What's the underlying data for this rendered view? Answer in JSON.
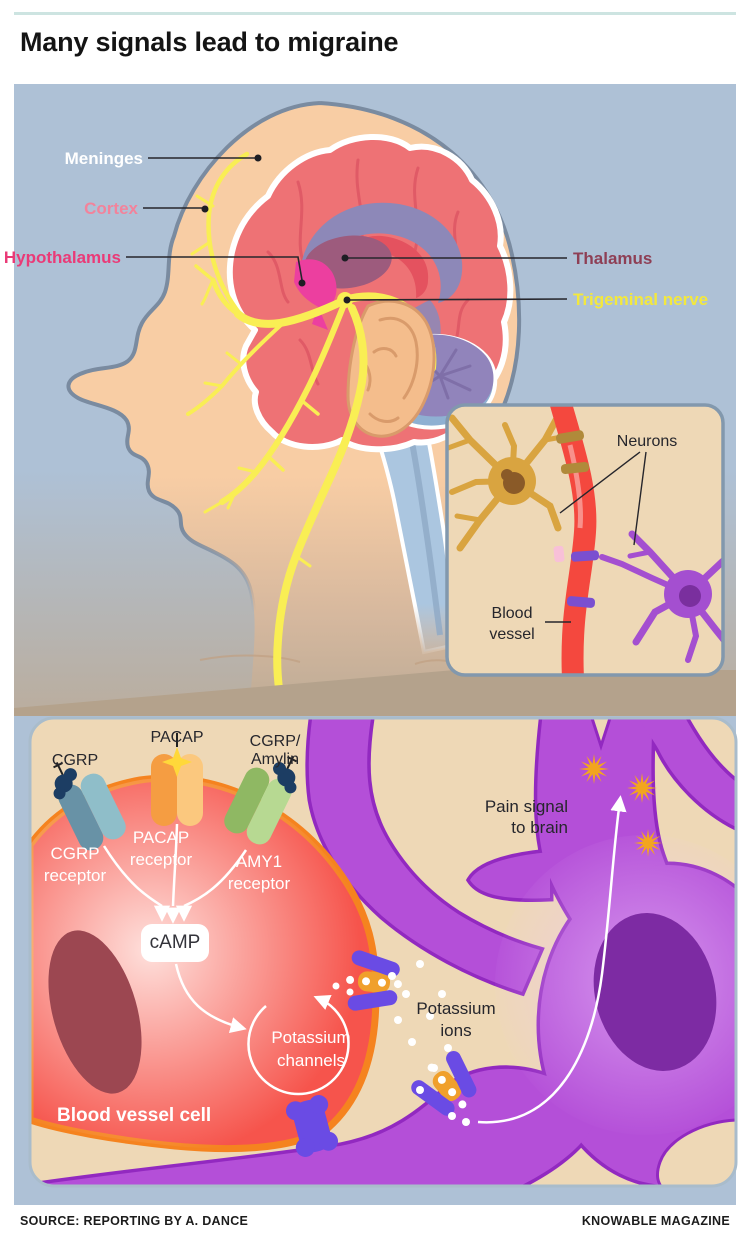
{
  "title": "Many signals lead to migraine",
  "head_figure": {
    "labels": {
      "meninges": "Meninges",
      "cortex": "Cortex",
      "hypothalamus": "Hypothalamus",
      "thalamus": "Thalamus",
      "trigeminal_nerve": "Trigeminal nerve"
    }
  },
  "inset_figure": {
    "neurons": "Neurons",
    "blood_vessel_line1": "Blood",
    "blood_vessel_line2": "vessel"
  },
  "cell_figure": {
    "ligands": {
      "cgrp": "CGRP",
      "pacap": "PACAP",
      "cgrp_amylin_line1": "CGRP/",
      "cgrp_amylin_line2": "Amylin"
    },
    "receptors": {
      "cgrp_line1": "CGRP",
      "cgrp_line2": "receptor",
      "pacap_line1": "PACAP",
      "pacap_line2": "receptor",
      "amy1_line1": "AMY1",
      "amy1_line2": "receptor"
    },
    "camp": "cAMP",
    "potassium_channels_line1": "Potassium",
    "potassium_channels_line2": "channels",
    "potassium_ions_line1": "Potassium",
    "potassium_ions_line2": "ions",
    "pain_signal_line1": "Pain signal",
    "pain_signal_line2": "to brain",
    "blood_vessel_cell": "Blood vessel cell"
  },
  "footer": {
    "source": "SOURCE: REPORTING BY A. DANCE",
    "brand": "KNOWABLE MAGAZINE"
  },
  "colors": {
    "background_blue": "#aec1d6",
    "skin": "#f8cda4",
    "brain": "#ee7275",
    "trigeminal_yellow": "#f9ee54",
    "hypothalamus_pink": "#ec3f9f",
    "panel_tan": "#eed8b6",
    "cell_red": "#f6544c",
    "cell_rim_orange": "#f5831f",
    "neuron_purple": "#b44fd8",
    "channel_indigo": "#6a4be4",
    "channel_orange": "#f0a02c",
    "starburst_orange": "#f2a51f",
    "top_rule_teal": "#cde4e1"
  }
}
